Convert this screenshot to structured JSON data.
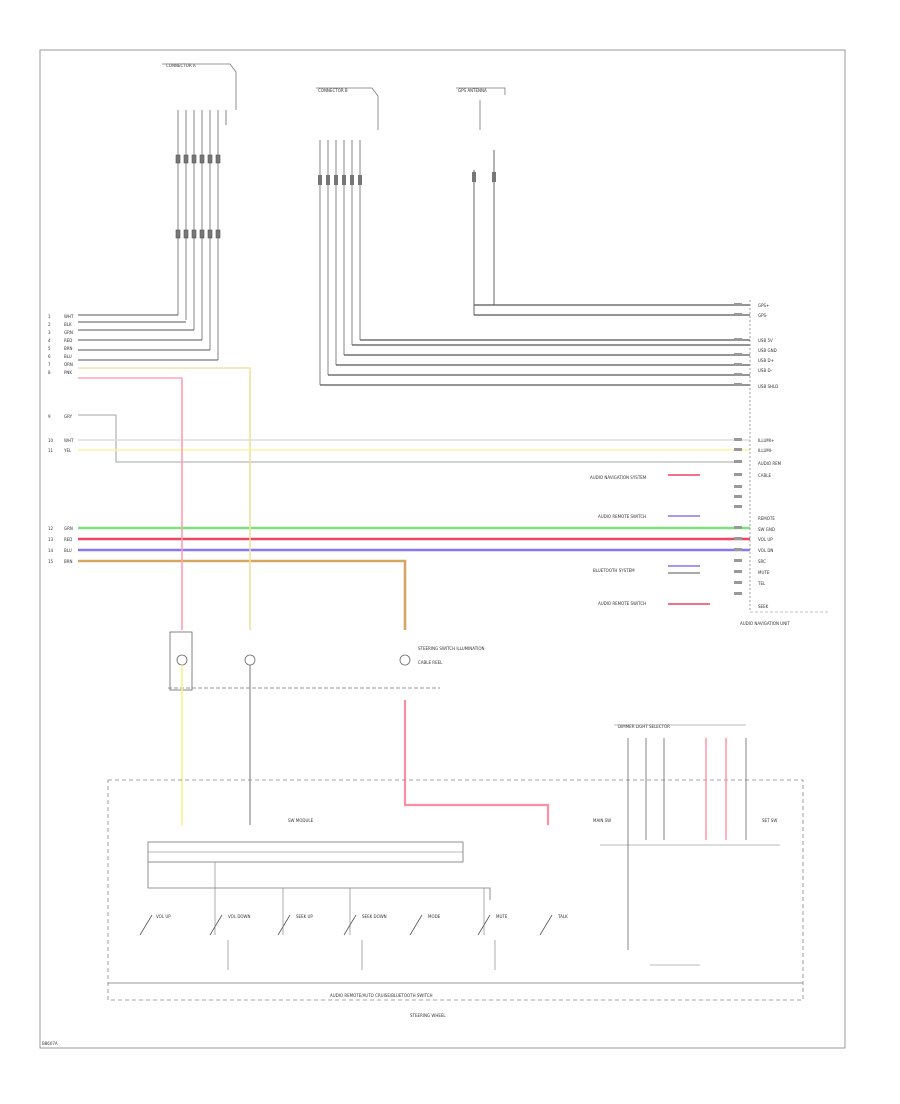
{
  "frame": {
    "page_code": "B8607A",
    "bottom_caption": "STEERING WHEEL",
    "switch_box_title": "AUDIO REMOTE/AUTO CRUISE/BLUETOOTH SWITCH",
    "unit_label": "AUDIO NAVIGATION UNIT",
    "clock_spring_label": "CABLE REEL",
    "antenna_label": "GPS ANTENNA"
  },
  "connectors": {
    "top_left": "CONNECTOR A",
    "top_mid": "CONNECTOR B",
    "sw_cluster": "DIMMER LIGHT SELECTOR"
  },
  "left_pins": [
    "1",
    "2",
    "3",
    "4",
    "5",
    "6",
    "7",
    "8",
    "9",
    "10",
    "11",
    "12",
    "13",
    "14",
    "15"
  ],
  "left_wires": [
    {
      "label": "WHT",
      "color": "#555555"
    },
    {
      "label": "BLK",
      "color": "#555555"
    },
    {
      "label": "GRN",
      "color": "#555555"
    },
    {
      "label": "RED",
      "color": "#555555"
    },
    {
      "label": "BRN",
      "color": "#555555"
    },
    {
      "label": "BLU",
      "color": "#555555"
    },
    {
      "label": "ORN",
      "color": "#f5e6a0"
    },
    {
      "label": "PNK",
      "color": "#ffaaaa"
    },
    {
      "label": "GRY",
      "color": "#777777"
    },
    {
      "label": "WHT",
      "color": "#dddddd"
    },
    {
      "label": "YEL",
      "color": "#f8f5a8"
    },
    {
      "label": "GRN",
      "color": "#88e888"
    },
    {
      "label": "RED",
      "color": "#ee5577"
    },
    {
      "label": "BLU",
      "color": "#8877ee"
    },
    {
      "label": "BRN",
      "color": "#d4b070"
    }
  ],
  "right_terminals": [
    "GPS+",
    "GPS-",
    "USB 5V",
    "USB GND",
    "USB D+",
    "USB D-",
    "USB SHLD",
    "ILLUMI+",
    "ILLUMI-",
    "AUDIO REM",
    "CABLE",
    "REMOTE",
    "SW GND",
    "VOL UP",
    "VOL DN",
    "SRC",
    "MUTE",
    "TEL",
    "SEEK"
  ],
  "side_notes": [
    "AUDIO NAVIGATION SYSTEM",
    "AUDIO REMOTE SWITCH",
    "BLUETOOTH SYSTEM",
    "AUDIO REMOTE SWITCH"
  ],
  "components": {
    "bulb_label": "STEERING SWITCH ILLUMINATION",
    "module_label": "SW MODULE",
    "switches": [
      "VOL UP",
      "VOL DOWN",
      "SEEK UP",
      "SEEK DOWN",
      "MODE",
      "MUTE",
      "TALK"
    ],
    "cruise_labels": [
      "MAIN SW",
      "SET SW"
    ]
  },
  "colors": {
    "wire_dark": "#555555",
    "yellow": "#f5f080",
    "pink": "#ff8fa0",
    "green": "#7ee07e",
    "red": "#ee4466",
    "blue": "#8877ee",
    "tan": "#d4a860",
    "frame": "#888888"
  }
}
